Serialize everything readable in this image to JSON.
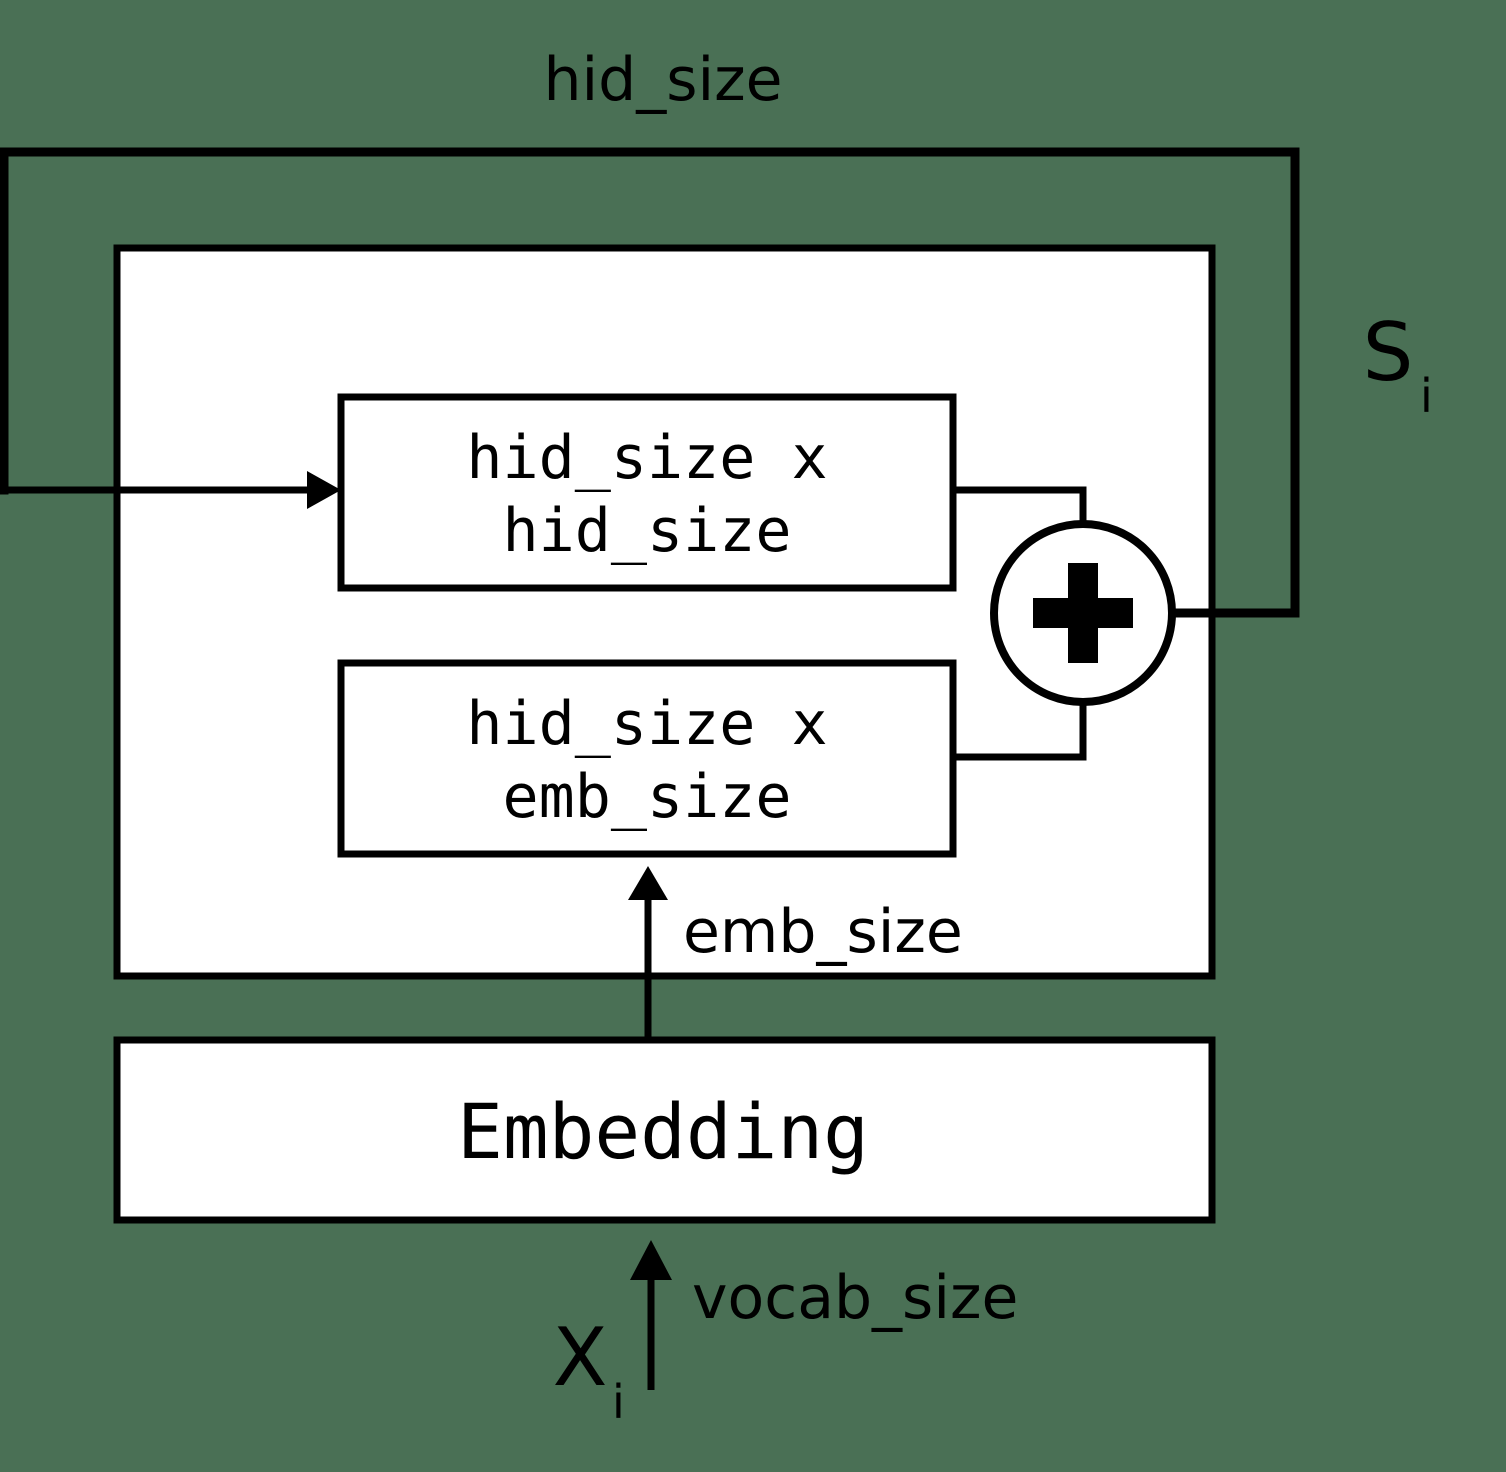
{
  "diagram": {
    "title": "RNN cell parameter-shape diagram",
    "background_color": "#4a7055",
    "line_color": "#000000",
    "panel_color": "#ffffff",
    "labels": {
      "top_dimension": "hid_size",
      "state_output": "S",
      "state_output_subscript": "i",
      "recurrent_weight_line1": "hid_size x",
      "recurrent_weight_line2": "hid_size",
      "input_weight_line1": "hid_size x",
      "input_weight_line2": "emb_size",
      "embedding_box": "Embedding",
      "embedding_dimension": "emb_size",
      "input_dimension": "vocab_size",
      "input_token": "X",
      "input_token_subscript": "i",
      "adder_symbol": "+"
    }
  }
}
